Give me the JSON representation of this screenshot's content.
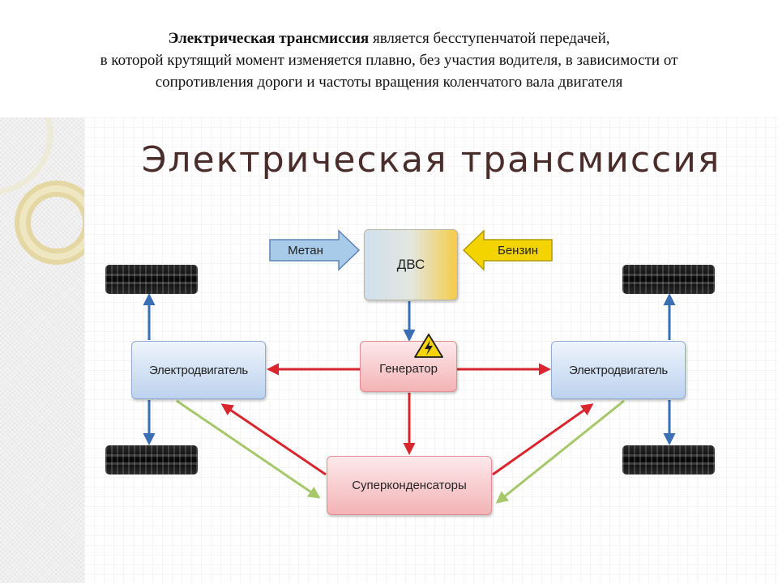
{
  "caption": {
    "line1_bold": "Электрическая трансмиссия",
    "line1_rest": " является бесступенчатой передачей,",
    "line2": "в которой крутящий момент изменяется плавно, без участия водителя, в зависимости от",
    "line3": "сопротивления дороги и частоты вращения коленчатого вала двигателя"
  },
  "diagram": {
    "title": "Электрическая трансмиссия",
    "nodes": {
      "engine": "ДВС",
      "generator": "Генератор",
      "motor_left": "Электродвигатель",
      "motor_right": "Электродвигатель",
      "supercaps": "Суперконденсаторы"
    },
    "inputs": {
      "methane": "Метан",
      "petrol": "Бензин"
    },
    "icons": {
      "generator_badge": "high-voltage-warning-icon",
      "wheels": "tire-icon"
    },
    "colors": {
      "power_arrow": "#d9262e",
      "drive_arrow": "#3a6fb3",
      "recuperation_arrow": "#a6c86a",
      "methane_arrow": "#9ec4e6",
      "petrol_arrow": "#f4d000",
      "title": "#4a2c2a"
    }
  }
}
